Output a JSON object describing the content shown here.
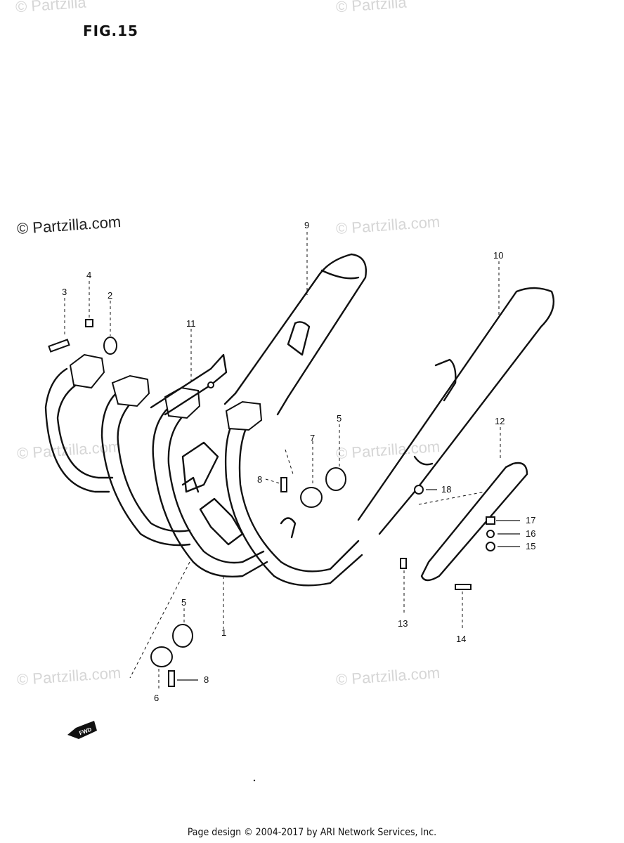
{
  "figure": {
    "title": "FIG.15"
  },
  "watermark": {
    "prominent": "© Partzilla.com",
    "faint": "© Partzilla.com",
    "top_cut_left": "© Partzilla",
    "top_cut_right": "© Partzilla"
  },
  "labels": {
    "p1": "1",
    "p2": "2",
    "p3": "3",
    "p4": "4",
    "p5a": "5",
    "p5b": "5",
    "p6": "6",
    "p7": "7",
    "p8a": "8",
    "p8b": "8",
    "p9": "9",
    "p10": "10",
    "p11": "11",
    "p12": "12",
    "p13": "13",
    "p14": "14",
    "p15": "15",
    "p16": "16",
    "p17": "17",
    "p18": "18"
  },
  "fwd_marker": "FWD",
  "footer": {
    "text": "Page design © 2004-2017 by ARI Network Services, Inc."
  }
}
